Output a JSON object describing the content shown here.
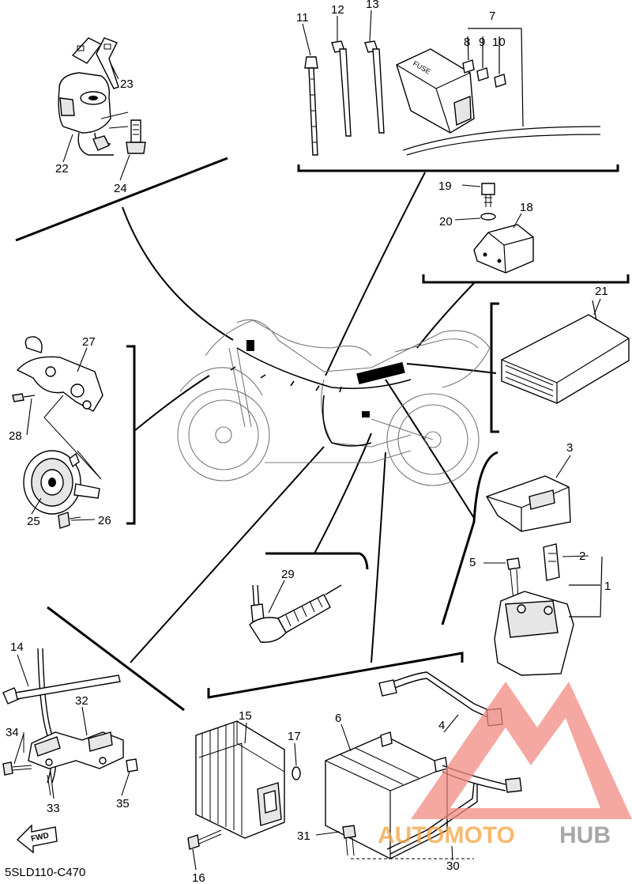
{
  "diagram_code": "5SLD110-C470",
  "fwd_label": "FWD",
  "fuse_box_label": "FUSE",
  "watermark": {
    "part_a": "AUTOMOTO",
    "part_b": "HUB",
    "color_logo": "#f28b82",
    "color_text_a": "#f4a340",
    "color_text_b": "#8a8a8a"
  },
  "callouts": {
    "c1": "1",
    "c2": "2",
    "c3": "3",
    "c4": "4",
    "c5": "5",
    "c6": "6",
    "c7": "7",
    "c8": "8",
    "c9": "9",
    "c10": "10",
    "c11": "11",
    "c12": "12",
    "c13": "13",
    "c14": "14",
    "c15": "15",
    "c16": "16",
    "c17": "17",
    "c18": "18",
    "c19": "19",
    "c20": "20",
    "c21": "21",
    "c22": "22",
    "c23": "23",
    "c24": "24",
    "c25": "25",
    "c26": "26",
    "c27": "27",
    "c28": "28",
    "c29": "29",
    "c30": "30",
    "c31": "31",
    "c32": "32",
    "c33": "33",
    "c34": "34",
    "c35": "35"
  }
}
